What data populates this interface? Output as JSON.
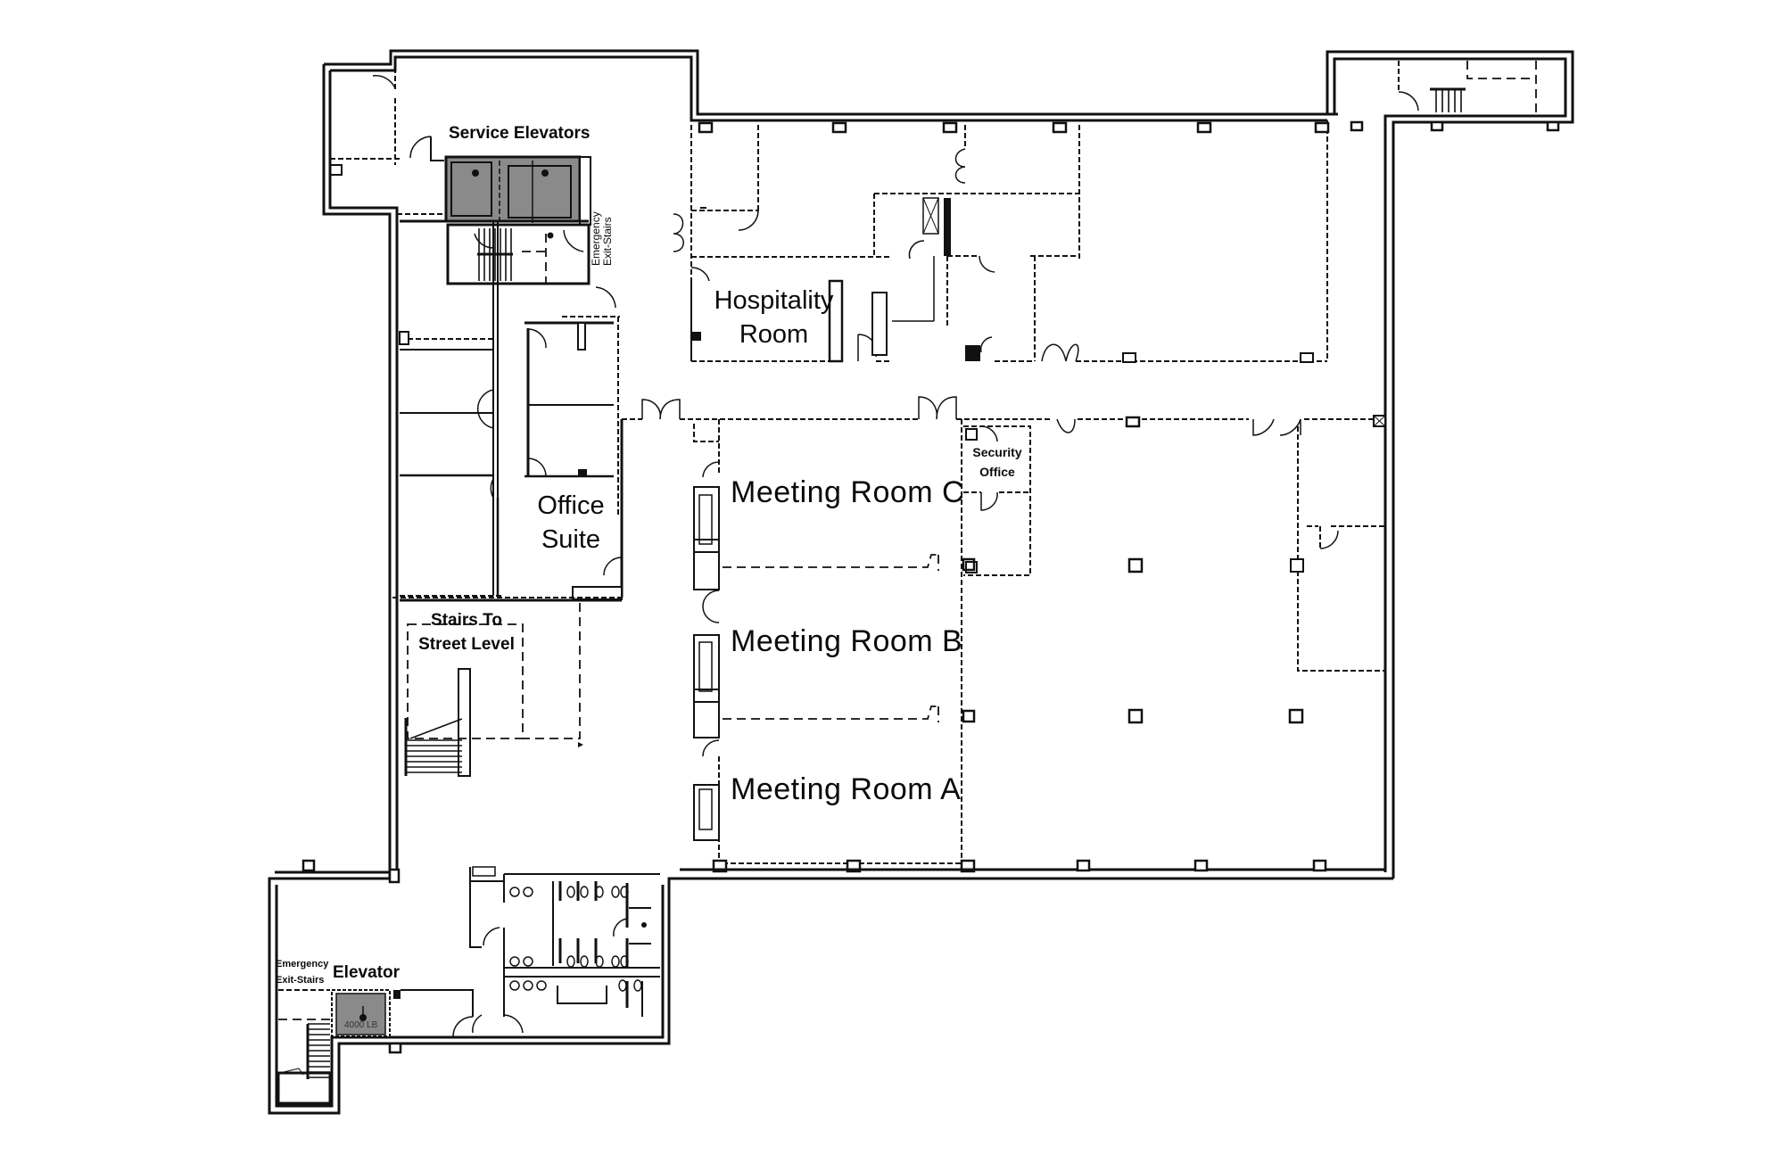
{
  "floor_plan": {
    "rooms": {
      "service_elevators": {
        "label": "Service Elevators"
      },
      "emergency_exit_stairs_north": {
        "line1": "Emergency",
        "line2": "Exit-Stairs"
      },
      "hospitality_room": {
        "line1": "Hospitality",
        "line2": "Room"
      },
      "office_suite": {
        "line1": "Office",
        "line2": "Suite"
      },
      "stairs_to_street": {
        "line1": "Stairs To",
        "line2": "Street Level"
      },
      "meeting_room_c": {
        "label": "Meeting Room C"
      },
      "meeting_room_b": {
        "label": "Meeting Room B"
      },
      "meeting_room_a": {
        "label": "Meeting Room A"
      },
      "security_office": {
        "line1": "Security",
        "line2": "Office"
      },
      "elevator_south": {
        "label": "Elevator",
        "capacity": "4000 LB"
      },
      "emergency_exit_stairs_south": {
        "line1": "Emergency",
        "line2": "Exit-Stairs"
      }
    },
    "colors": {
      "wall": "#111111",
      "elevator_fill": "#8a8a8a",
      "background": "#ffffff"
    }
  }
}
